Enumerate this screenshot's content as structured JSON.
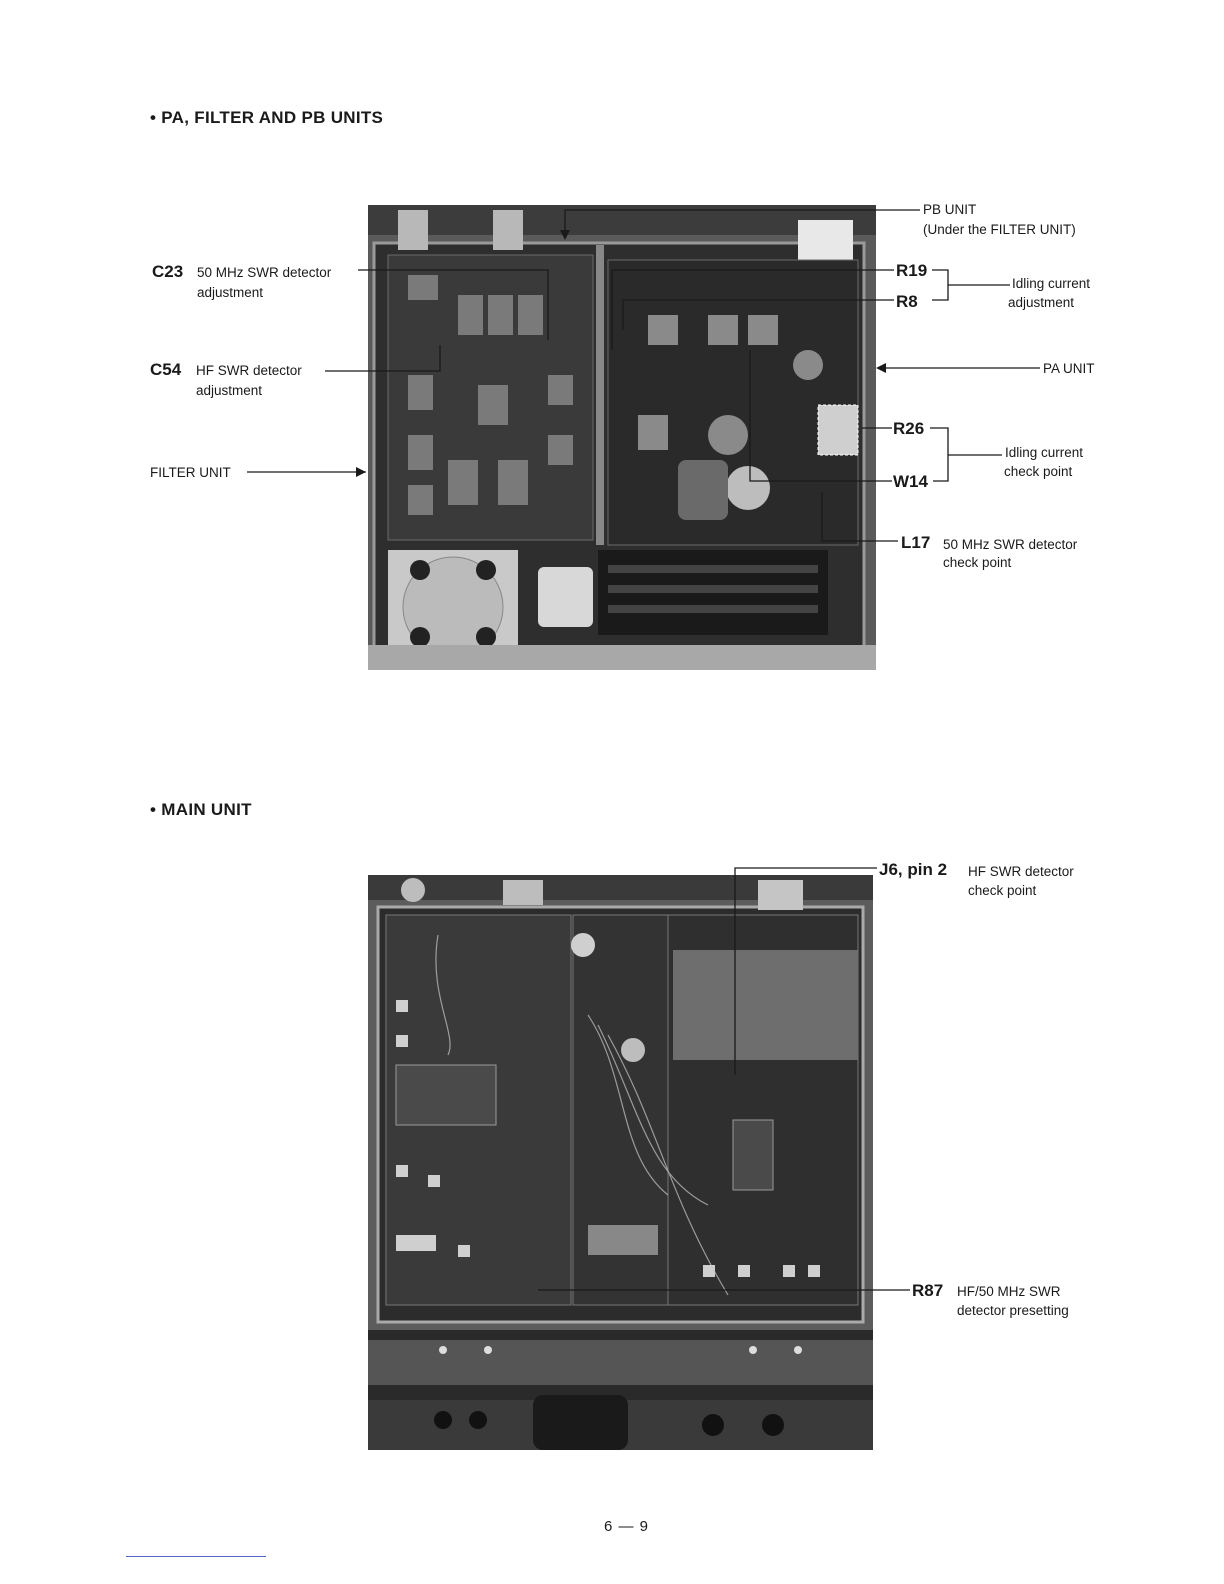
{
  "sections": {
    "pa": {
      "heading": "• PA, FILTER AND PB UNITS",
      "labels": {
        "c23_ref": "C23",
        "c23_text1": "50 MHz SWR detector",
        "c23_text2": "adjustment",
        "c54_ref": "C54",
        "c54_text1": "HF SWR detector",
        "c54_text2": "adjustment",
        "filter_unit": "FILTER UNIT",
        "pb_unit1": "PB UNIT",
        "pb_unit2": "(Under the FILTER UNIT)",
        "r19": "R19",
        "r8": "R8",
        "idling_adj1": "Idling current",
        "idling_adj2": "adjustment",
        "pa_unit": "PA UNIT",
        "r26": "R26",
        "w14": "W14",
        "idling_check1": "Idling current",
        "idling_check2": "check point",
        "l17_ref": "L17",
        "l17_text1": "50 MHz SWR detector",
        "l17_text2": "check point"
      }
    },
    "main": {
      "heading": "• MAIN UNIT",
      "labels": {
        "j6_ref": "J6, pin 2",
        "j6_text1": "HF SWR detector",
        "j6_text2": "check point",
        "r87_ref": "R87",
        "r87_text1": "HF/50 MHz SWR",
        "r87_text2": "detector presetting"
      }
    }
  },
  "page_number": "6 — 9"
}
